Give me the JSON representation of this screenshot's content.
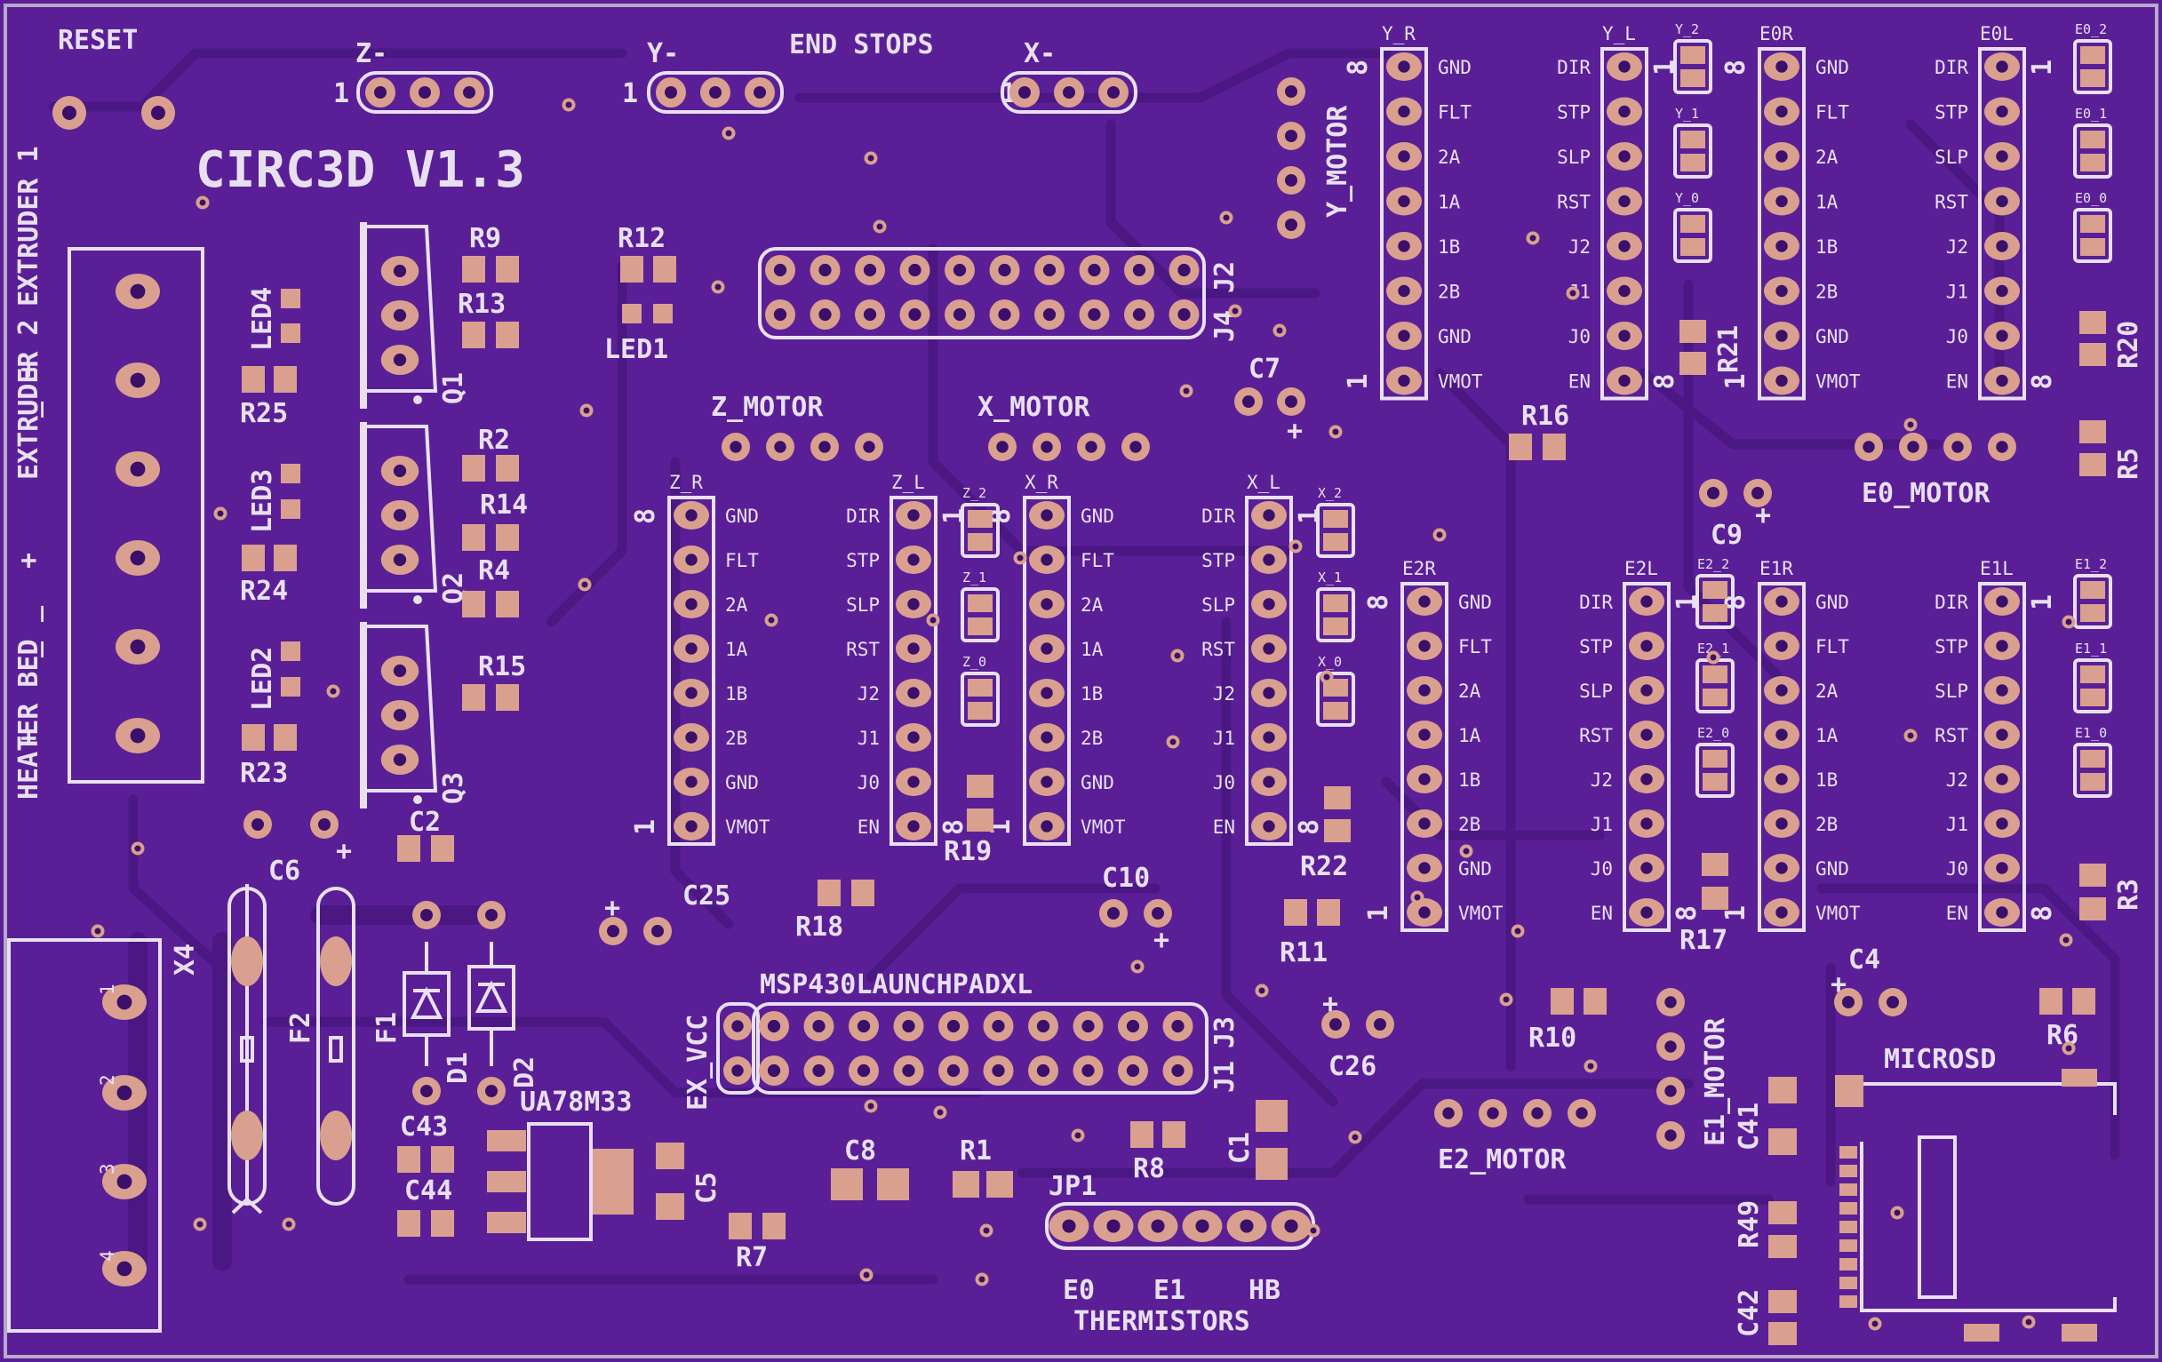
{
  "board": {
    "title": "CIRC3D V1.3",
    "colors": {
      "substrate": "#5a1f96",
      "trace": "#4a1783",
      "trace_edge": "#3d1070",
      "pad": "#d9a08f",
      "hole": "#3b0f6a",
      "silk": "#e8e0f0",
      "edge": "#b7a9c9"
    }
  },
  "labels": {
    "reset": "RESET",
    "z_minus": "Z-",
    "y_minus": "Y-",
    "x_minus": "X-",
    "end_stops": "END STOPS",
    "one": "1",
    "y_motor": "Y_MOTOR",
    "z_motor": "Z_MOTOR",
    "x_motor": "X_MOTOR",
    "e0_motor": "E0_MOTOR",
    "e1_motor": "E1_MOTOR",
    "e2_motor": "E2_MOTOR",
    "j2": "J2",
    "j4": "J4",
    "j1": "J1",
    "j3": "J3",
    "msp": "MSP430LAUNCHPADXL",
    "ex_vcc": "EX_VCC",
    "jp1": "JP1",
    "e0": "E0",
    "e1": "E1",
    "hb": "HB",
    "thermistors": "THERMISTORS",
    "microsd": "MICROSD",
    "ua78m33": "UA78M33",
    "x4": "X4",
    "f1": "F1",
    "f2": "F2",
    "d1": "D1",
    "d2": "D2",
    "q1": "Q1",
    "q2": "Q2",
    "q3": "Q3",
    "led1": "LED1",
    "led2": "LED2",
    "led3": "LED3",
    "led4": "LED4",
    "extruder1": "EXTRUDER 1",
    "extruder2": "EXTRUDER 2",
    "heater_bed": "HEATER BED",
    "plus": "+",
    "minus": "_",
    "c1": "C1",
    "c2": "C2",
    "c4": "C4",
    "c5": "C5",
    "c6": "C6",
    "c7": "C7",
    "c8": "C8",
    "c9": "C9",
    "c10": "C10",
    "c25": "C25",
    "c26": "C26",
    "c41": "C41",
    "c42": "C42",
    "c43": "C43",
    "c44": "C44",
    "r1": "R1",
    "r2": "R2",
    "r3": "R3",
    "r4": "R4",
    "r5": "R5",
    "r6": "R6",
    "r7": "R7",
    "r8": "R8",
    "r9": "R9",
    "r10": "R10",
    "r11": "R11",
    "r12": "R12",
    "r13": "R13",
    "r14": "R14",
    "r15": "R15",
    "r16": "R16",
    "r17": "R17",
    "r18": "R18",
    "r19": "R19",
    "r20": "R20",
    "r21": "R21",
    "r22": "R22",
    "r23": "R23",
    "r24": "R24",
    "r25": "R25",
    "r49": "R49",
    "pin_8": "8",
    "pin_1": "1",
    "x4_pins": [
      "1",
      "2",
      "3",
      "4"
    ]
  },
  "drivers": {
    "right_pins": [
      "GND",
      "FLT",
      "2A",
      "1A",
      "1B",
      "2B",
      "GND",
      "VMOT"
    ],
    "left_pins": [
      "DIR",
      "STP",
      "SLP",
      "RST",
      "J2",
      "J1",
      "J0",
      "EN"
    ],
    "names": {
      "y_r": "Y_R",
      "y_l": "Y_L",
      "e0r": "E0R",
      "e0l": "E0L",
      "z_r": "Z_R",
      "z_l": "Z_L",
      "x_r": "X_R",
      "x_l": "X_L",
      "e2r": "E2R",
      "e2l": "E2L",
      "e1r": "E1R",
      "e1l": "E1L"
    }
  },
  "jumpers": {
    "y": [
      "Y_2",
      "Y_1",
      "Y_0"
    ],
    "e0": [
      "E0_2",
      "E0_1",
      "E0_0"
    ],
    "z": [
      "Z_2",
      "Z_1",
      "Z_0"
    ],
    "x": [
      "X_2",
      "X_1",
      "X_0"
    ],
    "e2": [
      "E2_2",
      "E2_1",
      "E2_0"
    ],
    "e1": [
      "E1_2",
      "E1_1",
      "E1_0"
    ]
  }
}
